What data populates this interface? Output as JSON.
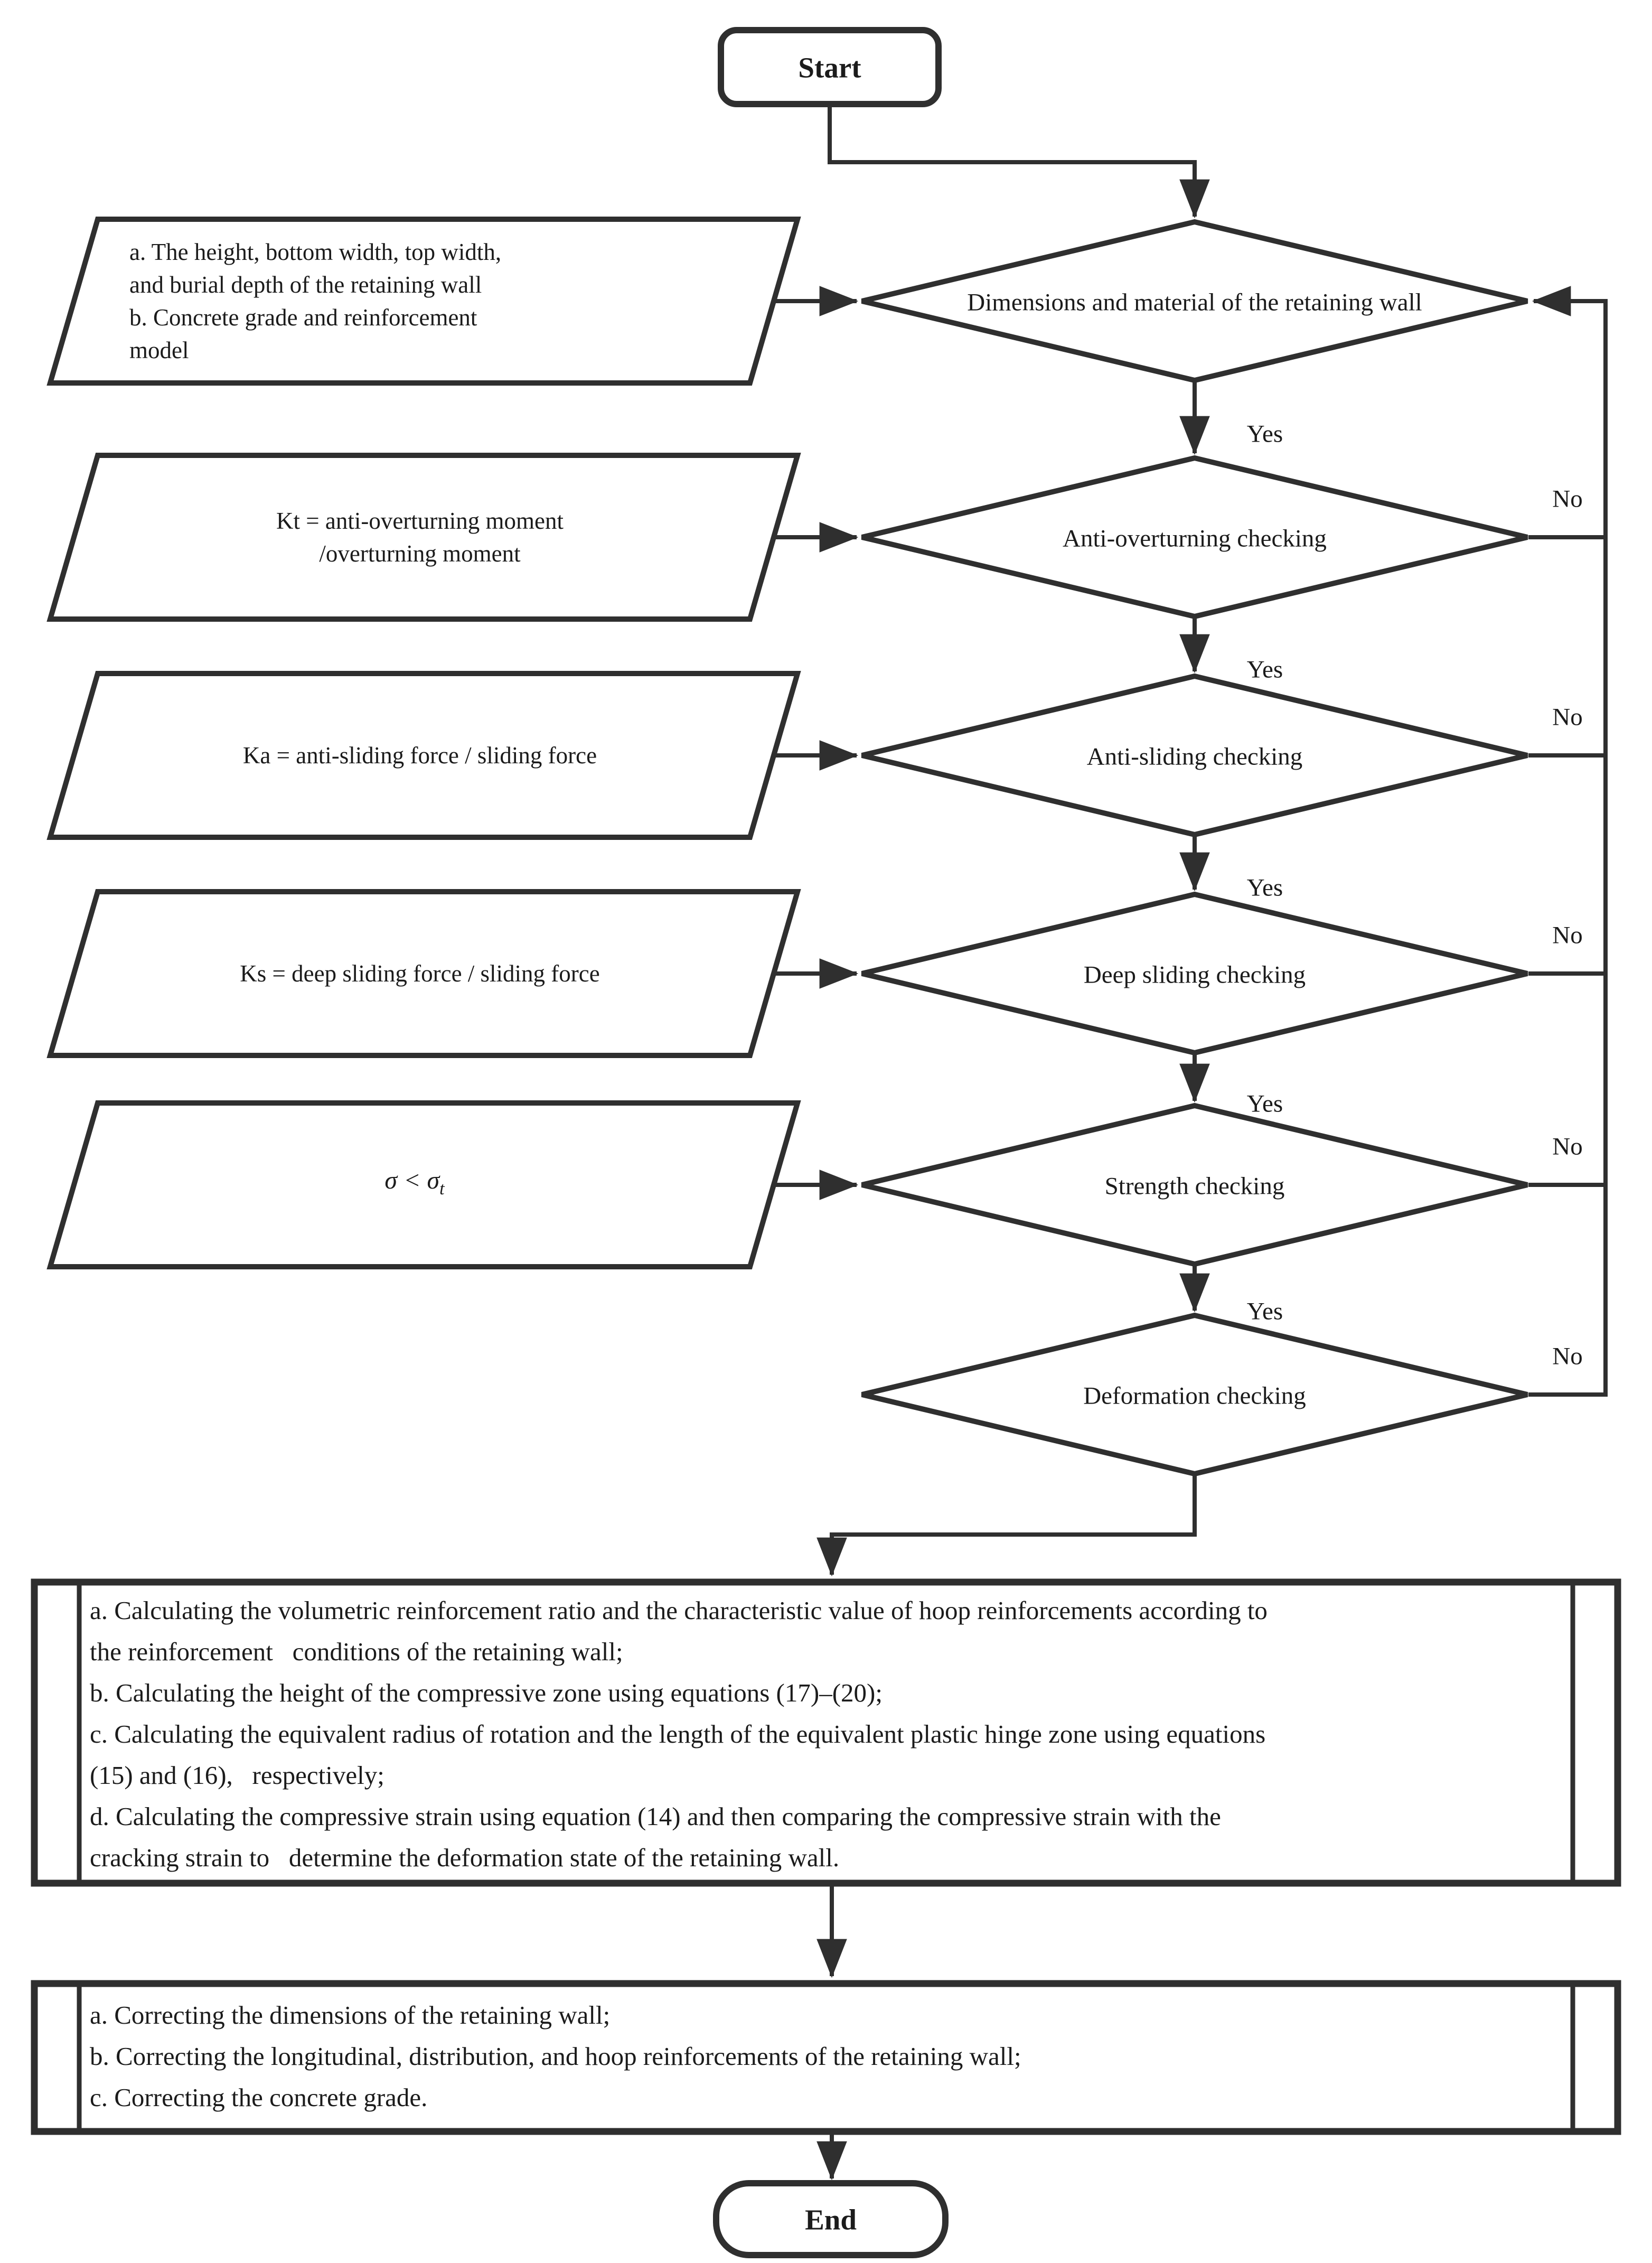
{
  "flowchart": {
    "terminators": {
      "start": "Start",
      "end": "End"
    },
    "decisions": [
      {
        "label": "Dimensions and material of the retaining wall"
      },
      {
        "label": "Anti-overturning checking"
      },
      {
        "label": "Anti-sliding checking"
      },
      {
        "label": "Deep sliding checking"
      },
      {
        "label": "Strength checking"
      },
      {
        "label": "Deformation checking"
      }
    ],
    "inputs": [
      {
        "lines": [
          "a. The height, bottom width, top width,",
          "and burial depth of the retaining wall",
          "b. Concrete grade and reinforcement",
          "model"
        ]
      },
      {
        "lines": [
          "Kt = anti-overturning moment",
          "/overturning moment"
        ]
      },
      {
        "lines": [
          "Ka = anti-sliding force / sliding force"
        ]
      },
      {
        "lines": [
          "Ks = deep sliding force / sliding force"
        ]
      },
      {
        "main": "σ < σ",
        "sub": "t"
      }
    ],
    "branch_labels": {
      "yes": "Yes",
      "no": "No"
    },
    "processes": [
      {
        "lines": [
          "a. Calculating the volumetric reinforcement ratio and the characteristic value of hoop reinforcements according to",
          "the reinforcement   conditions of the retaining wall;",
          "b. Calculating the height of the compressive zone using equations (17)–(20);",
          "c. Calculating the equivalent radius of rotation and the length of the equivalent plastic hinge zone using equations",
          "(15) and (16),   respectively;",
          "d. Calculating the compressive strain using equation (14) and then comparing the compressive strain with the",
          "cracking strain to   determine the deformation state of the retaining wall."
        ]
      },
      {
        "lines": [
          "a. Correcting the dimensions of the retaining wall;",
          "b. Correcting the longitudinal, distribution, and hoop reinforcements of the retaining wall;",
          "c. Correcting the concrete grade."
        ]
      }
    ],
    "colors": {
      "stroke": "#2f2f2f",
      "text": "#1b1b1b",
      "background": "#ffffff"
    }
  }
}
